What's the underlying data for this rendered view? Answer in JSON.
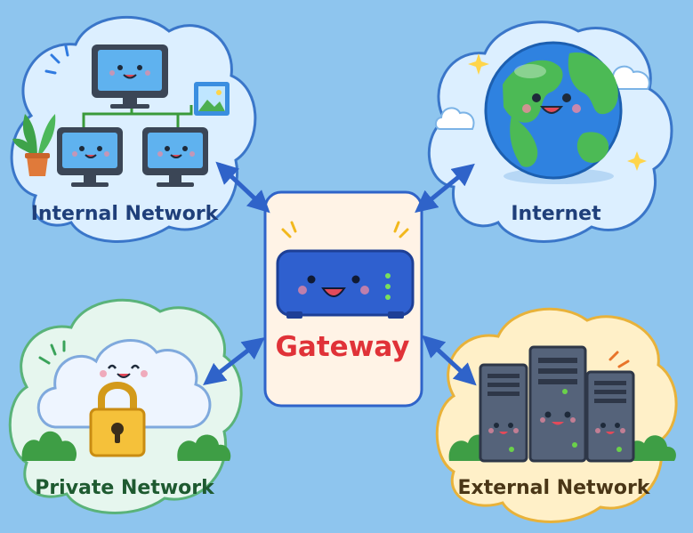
{
  "nodes": {
    "internal": {
      "label": "Internal Network"
    },
    "internet": {
      "label": "Internet"
    },
    "private": {
      "label": "Private Network"
    },
    "external": {
      "label": "External Network"
    },
    "gateway": {
      "label": "Gateway"
    }
  },
  "edges": [
    {
      "from": "gateway",
      "to": "internal",
      "direction": "bidirectional"
    },
    {
      "from": "gateway",
      "to": "internet",
      "direction": "bidirectional"
    },
    {
      "from": "gateway",
      "to": "private",
      "direction": "bidirectional"
    },
    {
      "from": "gateway",
      "to": "external",
      "direction": "bidirectional"
    }
  ],
  "colors": {
    "background": "#8ec5ee",
    "internal_cloud": "#dcefff",
    "internet_cloud": "#dcefff",
    "private_cloud": "#e6f6ee",
    "external_cloud": "#fff0c8",
    "gateway_box": "#fff3e6",
    "gateway_text": "#e03238",
    "arrow": "#2f63c9"
  }
}
